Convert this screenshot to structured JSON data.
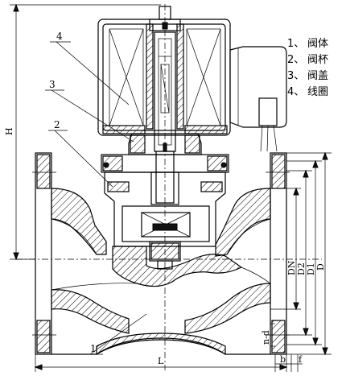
{
  "legend": [
    {
      "num": "1、",
      "text": "阀体"
    },
    {
      "num": "2、",
      "text": "阀杯"
    },
    {
      "num": "3、",
      "text": "阀盖"
    },
    {
      "num": "4、",
      "text": "线圈"
    }
  ],
  "callouts": {
    "c1": "1",
    "c2": "2",
    "c3": "3",
    "c4": "4"
  },
  "dims": {
    "H": "H",
    "L": "L",
    "DN": "DN",
    "D2": "D2",
    "D1": "D1",
    "D": "D",
    "nd": "n-d",
    "b": "b",
    "f": "f"
  }
}
